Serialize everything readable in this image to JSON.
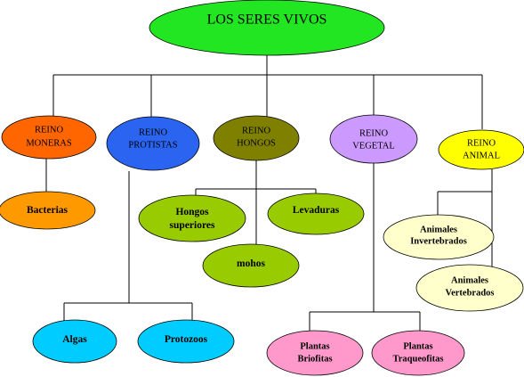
{
  "nodes": {
    "root": {
      "label": "LOS SERES VIVOS",
      "color": "#22e622"
    },
    "moneras": {
      "line1": "REINO",
      "line2": "MONERAS",
      "color": "#ff6600"
    },
    "protistas": {
      "line1": "REINO",
      "line2": "PROTISTAS",
      "color": "#2a64f0"
    },
    "hongos": {
      "line1": "REINO",
      "line2": "HONGOS",
      "color": "#808000"
    },
    "vegetal": {
      "line1": "REINO",
      "line2": "VEGETAL",
      "color": "#cc99ff"
    },
    "animal": {
      "line1": "REINO",
      "line2": "ANIMAL",
      "color": "#ffff00"
    },
    "bacterias": {
      "label": "Bacterias",
      "color": "#ff9900"
    },
    "hongos_superiores": {
      "line1": "Hongos",
      "line2": "superiores",
      "color": "#99cc00"
    },
    "levaduras": {
      "label": "Levaduras",
      "color": "#99cc00"
    },
    "mohos": {
      "label": "mohos",
      "color": "#99cc00"
    },
    "algas": {
      "label": "Algas",
      "color": "#00ccff"
    },
    "protozoos": {
      "label": "Protozoos",
      "color": "#00ccff"
    },
    "briofitas": {
      "line1": "Plantas",
      "line2": "Briofitas",
      "color": "#ff99cc"
    },
    "traqueofitas": {
      "line1": "Plantas",
      "line2": "Traqueofitas",
      "color": "#ff99cc"
    },
    "invertebrados": {
      "line1": "Animales",
      "line2": "Invertebrados",
      "color": "#ffffcc"
    },
    "vertebrados": {
      "line1": "Animales",
      "line2": "Vertebrados",
      "color": "#ffffcc"
    }
  }
}
